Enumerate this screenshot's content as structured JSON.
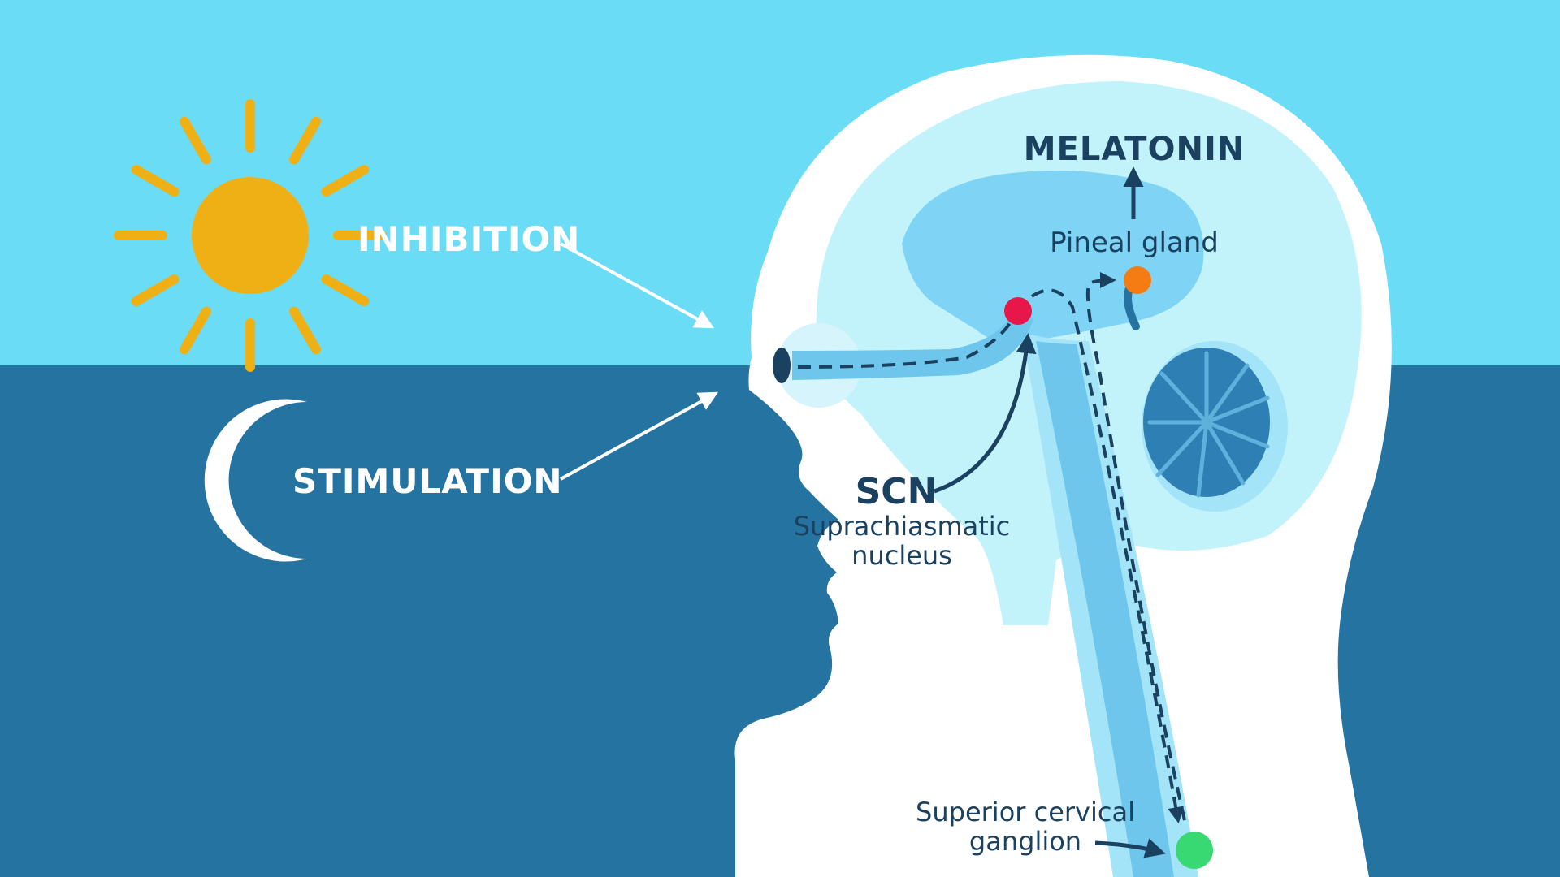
{
  "labels": {
    "inhibition": "INHIBITION",
    "stimulation": "STIMULATION",
    "melatonin": "MELATONIN",
    "pineal_gland": "Pineal gland",
    "scn": "SCN",
    "scn_full_line1": "Suprachiasmatic",
    "scn_full_line2": "nucleus",
    "ganglion_line1": "Superior cervical",
    "ganglion_line2": "ganglion"
  },
  "icons": {
    "day": "sun-icon",
    "night": "crescent-moon-icon"
  },
  "colors": {
    "sky_day": "#6adcf6",
    "sky_night": "#2573a0",
    "sun": "#efb016",
    "head": "#ffffff",
    "brain": "#7fd4f5",
    "pathway": "#1b4160",
    "scn_dot": "#e8174a",
    "pineal_dot": "#f57c12",
    "ganglion_dot": "#38d873"
  }
}
